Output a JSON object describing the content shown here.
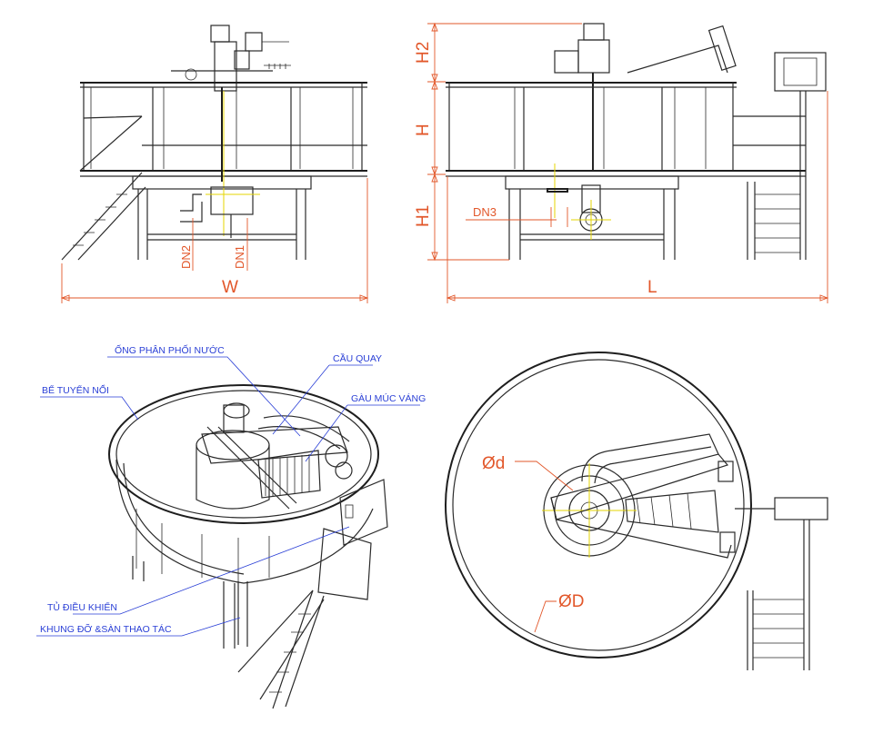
{
  "dimensions": {
    "w": "W",
    "l": "L",
    "h": "H",
    "h1": "H1",
    "h2": "H2",
    "dn1": "DN1",
    "dn2": "DN2",
    "dn3": "DN3",
    "d_small": "Ød",
    "d_large": "ØD"
  },
  "labels": {
    "ong_phan_phoi_nuoc": "ỐNG PHÂN PHỐI NƯỚC",
    "cau_quay": "CẦU QUAY",
    "be_tuyen_noi": "BỂ TUYỂN NỔI",
    "gau_muc_vang": "GÀU MÚC VÁNG",
    "tu_dieu_khien": "TỦ ĐIỀU KHIỂN",
    "khung_do": "KHUNG ĐỠ &SÀN THAO TÁC"
  },
  "colors": {
    "dimension": "#e2572a",
    "label": "#2a3fd6",
    "line": "#2b2b2b",
    "centerline": "#e6d600"
  }
}
